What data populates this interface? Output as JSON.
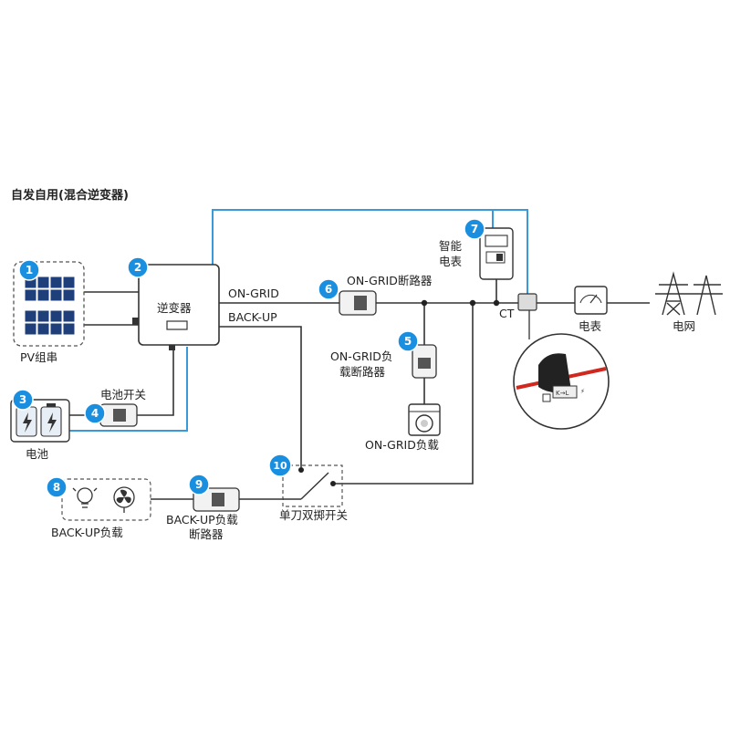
{
  "title": "自发自用(混合逆变器)",
  "colors": {
    "wire_dark": "#333333",
    "wire_blue": "#3a9ad9",
    "badge": "#1a8fe0",
    "ct_red": "#d0281f"
  },
  "components": {
    "pv": {
      "num": "1",
      "label": "PV组串"
    },
    "inverter": {
      "num": "2",
      "label": "逆变器"
    },
    "battery": {
      "num": "3",
      "label": "电池"
    },
    "battery_switch": {
      "num": "4",
      "label": "电池开关"
    },
    "ongrid_load_breaker": {
      "num": "5",
      "label_line1": "ON-GRID负",
      "label_line2": "载断路器"
    },
    "ongrid_breaker": {
      "num": "6",
      "label": "ON-GRID断路器"
    },
    "smart_meter": {
      "num": "7",
      "label_line1": "智能",
      "label_line2": "电表"
    },
    "backup_load": {
      "num": "8",
      "label": "BACK-UP负载"
    },
    "backup_breaker": {
      "num": "9",
      "label_line1": "BACK-UP负载",
      "label_line2": "断路器"
    },
    "spdt_switch": {
      "num": "10",
      "label": "单刀双掷开关"
    },
    "ongrid_load": {
      "label": "ON-GRID负载"
    },
    "ct": {
      "label": "CT"
    },
    "meter": {
      "label": "电表"
    },
    "grid": {
      "label": "电网"
    }
  },
  "ports": {
    "on_grid": "ON-GRID",
    "back_up": "BACK-UP"
  }
}
